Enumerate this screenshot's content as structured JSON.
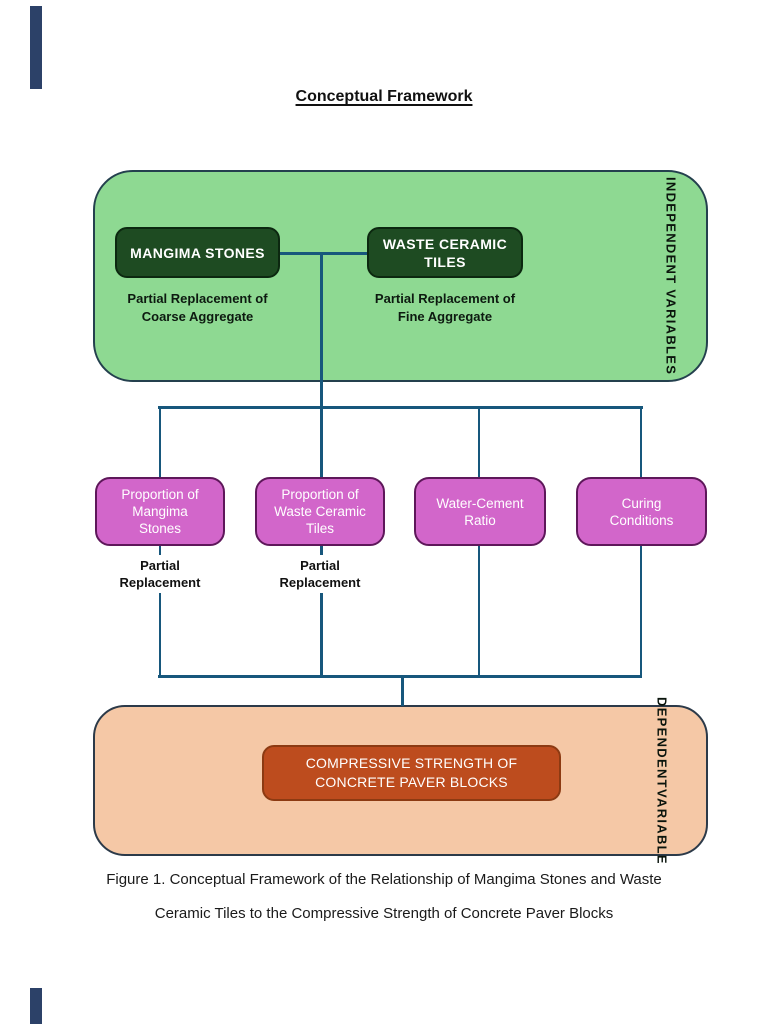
{
  "page": {
    "title": "Conceptual Framework"
  },
  "independent": {
    "side_label": "INDEPENDENT VARIABLES",
    "mangima": {
      "label": "MANGIMA STONES",
      "sub": "Partial Replacement of\nCoarse Aggregate"
    },
    "ceramic": {
      "label": "WASTE CERAMIC\nTILES",
      "sub": "Partial Replacement of\nFine Aggregate"
    }
  },
  "factors": [
    {
      "label": "Proportion of\nMangima\nStones",
      "sub": "Partial\nReplacement"
    },
    {
      "label": "Proportion of\nWaste Ceramic\nTiles",
      "sub": "Partial\nReplacement"
    },
    {
      "label": "Water-Cement\nRatio"
    },
    {
      "label": "Curing\nConditions"
    }
  ],
  "dependent": {
    "side_label_line1": "DEPENDENT",
    "side_label_line2": "VARIABLE",
    "box_label": "COMPRESSIVE STRENGTH OF\nCONCRETE PAVER BLOCKS"
  },
  "caption": {
    "line1": "Figure 1. Conceptual Framework of the Relationship of Mangima Stones and Waste",
    "line2": "Ceramic Tiles to the Compressive Strength of Concrete Paver Blocks"
  },
  "colors": {
    "independent_container_fill": "#8ED992",
    "independent_node_fill": "#1E4B22",
    "factor_fill": "#D266CA",
    "factor_border": "#5E175A",
    "dependent_container_fill": "#F5C8A6",
    "dependent_node_fill": "#BD4C1E",
    "connector": "#17577C",
    "edge_marker": "#2C4168"
  }
}
